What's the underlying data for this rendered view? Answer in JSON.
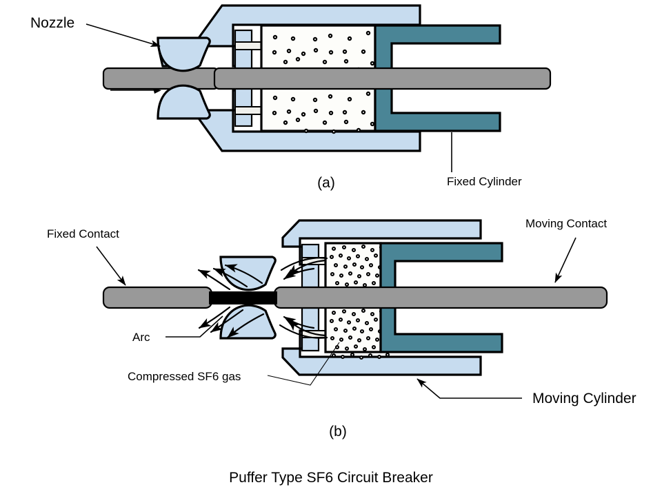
{
  "title": "Puffer Type SF6 Circuit Breaker",
  "figures": [
    {
      "id": "a",
      "caption": "(a)",
      "state": "closed",
      "labels": [
        {
          "name": "nozzle",
          "text": "Nozzle"
        },
        {
          "name": "fixed-cylinder",
          "text": "Fixed Cylinder"
        }
      ]
    },
    {
      "id": "b",
      "caption": "(b)",
      "state": "open-arcing",
      "labels": [
        {
          "name": "fixed-contact",
          "text": "Fixed Contact"
        },
        {
          "name": "moving-contact",
          "text": "Moving Contact"
        },
        {
          "name": "arc",
          "text": "Arc"
        },
        {
          "name": "compressed-sf6-gas",
          "text": "Compressed SF6 gas"
        },
        {
          "name": "moving-cylinder",
          "text": "Moving Cylinder"
        }
      ]
    }
  ],
  "colors": {
    "nozzle_blue": "#c7dcef",
    "cylinder_blue": "#c7dcef",
    "fixed_cylinder_teal": "#4a8596",
    "contact_gray": "#999999",
    "arc_black": "#000000",
    "gas_white": "#fdfdfa",
    "outline": "#000000",
    "background": "#ffffff"
  },
  "legend": {
    "gas_dot_color": "#000000",
    "gas_chamber_a_density": "sparse",
    "gas_chamber_b_density": "dense"
  }
}
